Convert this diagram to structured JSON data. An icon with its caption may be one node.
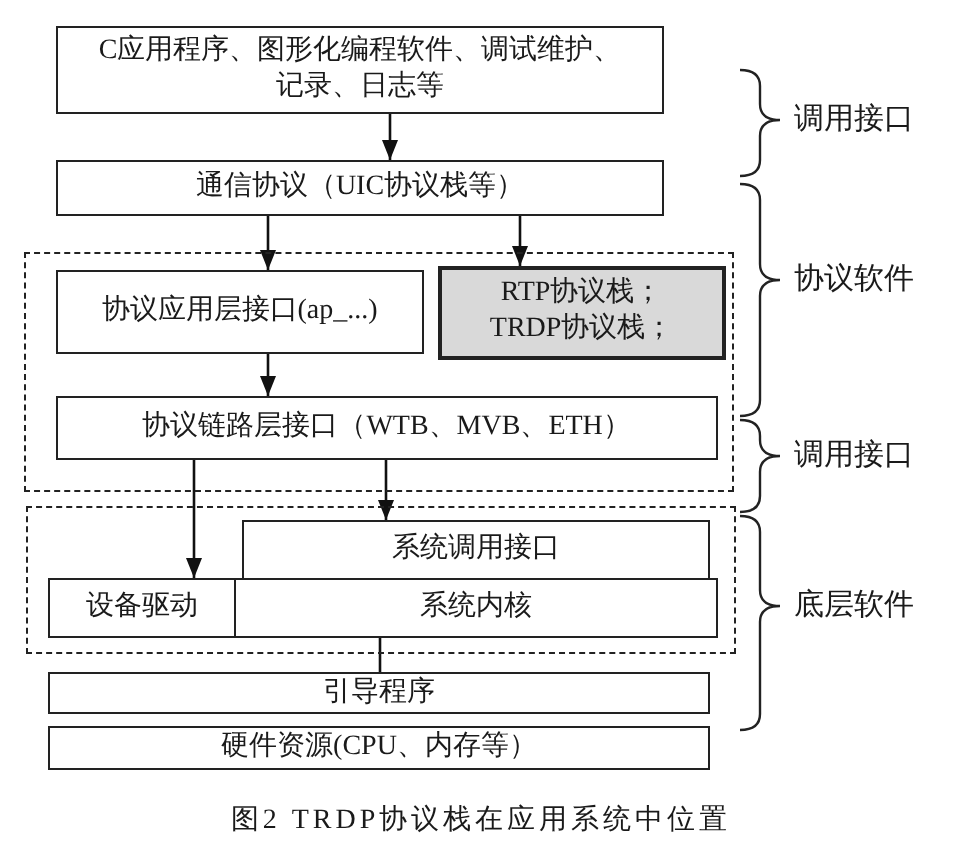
{
  "diagram": {
    "caption": "图2 TRDP协议栈在应用系统中位置",
    "nodes": [
      {
        "text": [
          "C应用程序、图形化编程软件、调试维护、记录、日志等"
        ]
      },
      {
        "text": [
          "通信协议（UIC协议栈等）"
        ]
      },
      {
        "text": [],
        "shape": "box"
      },
      {
        "text": [
          "协议应用层接口(ap_...)"
        ],
        "in": 2
      },
      {
        "text": [
          "RTP协议栈；",
          "TRDP协议栈；"
        ],
        "in": 2
      },
      {
        "text": [
          "协议链路层接口（WTB、MVB、ETH）"
        ],
        "in": 2
      },
      {
        "text": [],
        "shape": "box"
      },
      {
        "text": [
          "系统调用接口"
        ],
        "in": 6
      },
      {
        "text": [
          "设备驱动"
        ],
        "in": 6
      },
      {
        "text": [
          "系统内核"
        ],
        "in": 6
      },
      {
        "text": [
          "引导程序"
        ]
      },
      {
        "text": [
          "硬件资源(CPU、内存等）"
        ]
      }
    ],
    "edges": [
      {
        "from": 0,
        "to": 1,
        "arrow": "to"
      },
      {
        "from": 1,
        "to": 3,
        "arrow": "to"
      },
      {
        "from": 1,
        "to": 4,
        "arrow": "to"
      },
      {
        "from": 3,
        "to": 5,
        "arrow": "to"
      },
      {
        "from": 5,
        "to": 8,
        "arrow": "to"
      },
      {
        "from": 5,
        "to": 7,
        "arrow": "to"
      },
      {
        "from": 9,
        "to": 10,
        "arrow": "none"
      }
    ],
    "labels": [
      "调用接口",
      "协议软件",
      "调用接口",
      "底层软件"
    ]
  }
}
